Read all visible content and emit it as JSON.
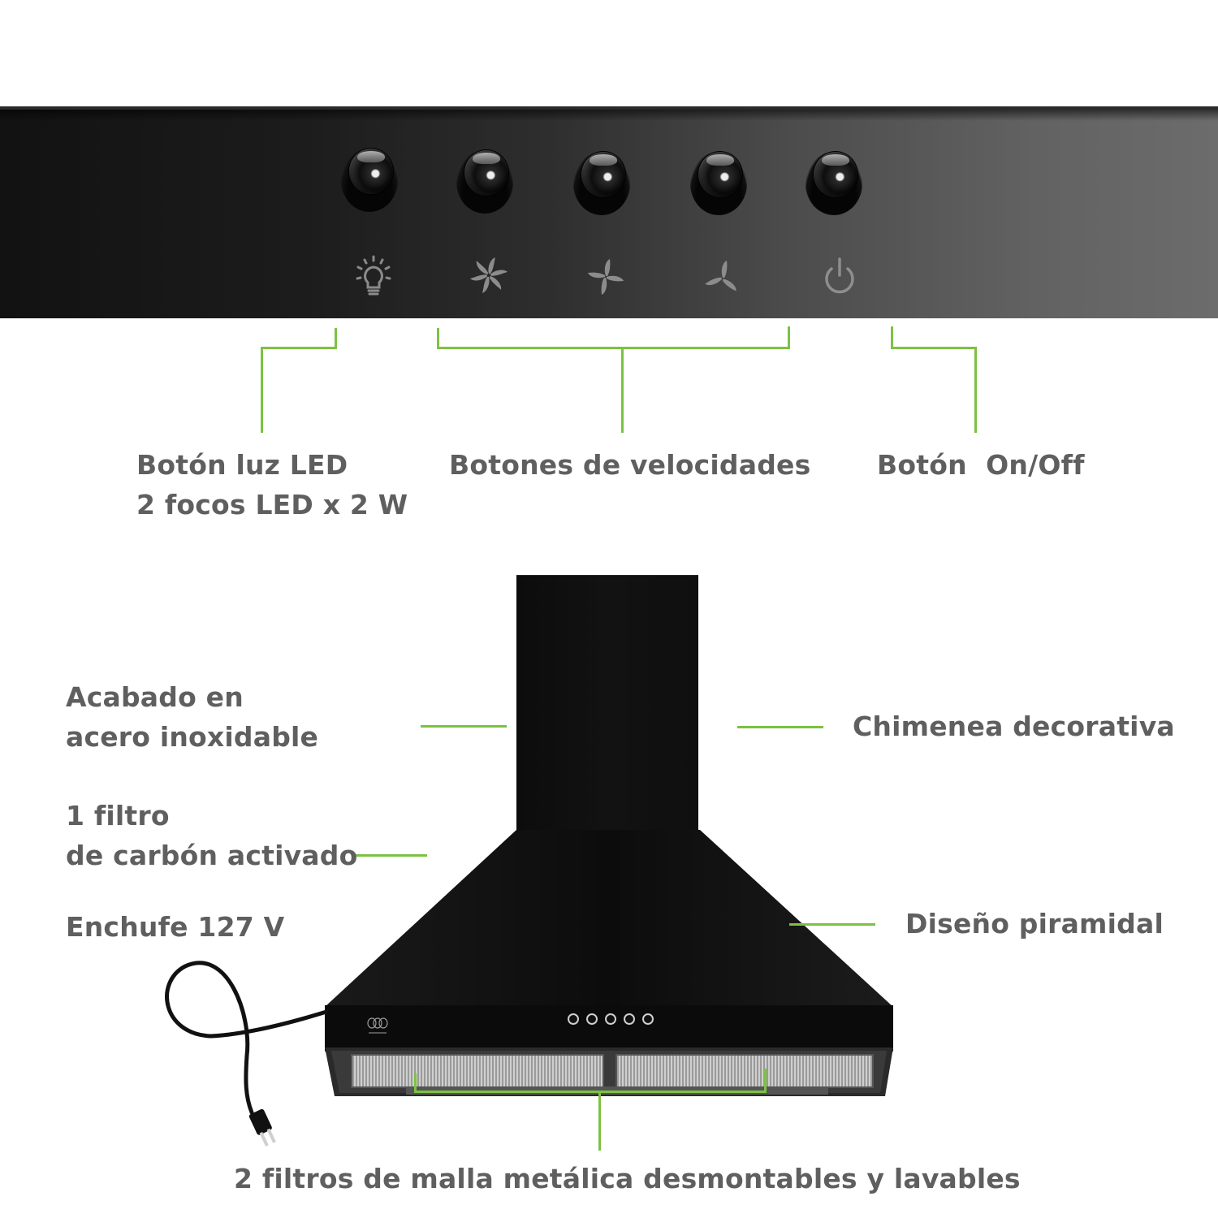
{
  "panel": {
    "controls": [
      {
        "id": "light",
        "icon": "light-bulb-icon"
      },
      {
        "id": "speed-1",
        "icon": "fan-speed-1-icon"
      },
      {
        "id": "speed-2",
        "icon": "fan-speed-2-icon"
      },
      {
        "id": "speed-3",
        "icon": "fan-speed-3-icon"
      },
      {
        "id": "power",
        "icon": "power-icon"
      }
    ]
  },
  "callouts_top": {
    "light": {
      "line1": "Botón luz LED",
      "line2": "2 focos LED x 2 W"
    },
    "speeds": {
      "label": "Botones de velocidades"
    },
    "power": {
      "label": "Botón  On/Off"
    }
  },
  "callouts_product": {
    "finish": {
      "line1": "Acabado en",
      "line2": "acero inoxidable"
    },
    "carbon_filter": {
      "line1": "1 filtro",
      "line2": "de carbón activado"
    },
    "plug": {
      "label": "Enchufe 127 V"
    },
    "chimney": {
      "label": "Chimenea decorativa"
    },
    "pyramid": {
      "label": "Diseño piramidal"
    },
    "mesh_filters": {
      "label": "2 filtros de malla metálica desmontables y lavables"
    }
  },
  "colors": {
    "accent_green": "#7cc242",
    "label_gray": "#5f5f5f",
    "hood_black": "#0e0e0e"
  }
}
